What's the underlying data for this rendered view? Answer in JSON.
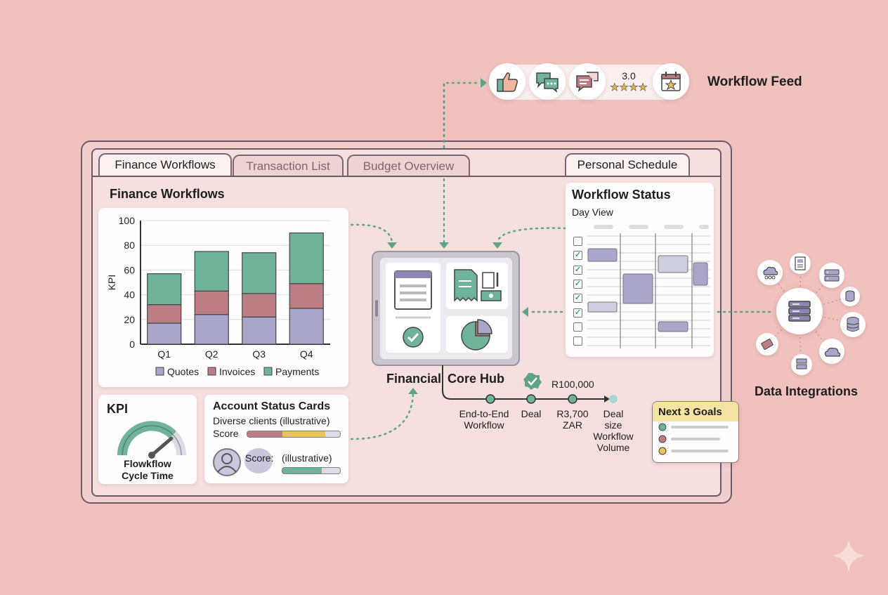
{
  "tabs": [
    "Finance Workflows",
    "Transaction List",
    "Budget Overview"
  ],
  "right_tab": "Personal Schedule",
  "section_title": "Finance Workflows",
  "chart_data": {
    "type": "bar",
    "stacked": true,
    "categories": [
      "Q1",
      "Q2",
      "Q3",
      "Q4"
    ],
    "series": [
      {
        "name": "Quotes",
        "values": [
          17,
          24,
          22,
          29
        ],
        "color": "#a9a6c9"
      },
      {
        "name": "Invoices",
        "values": [
          15,
          19,
          19,
          20
        ],
        "color": "#bd7d84"
      },
      {
        "name": "Payments",
        "values": [
          25,
          32,
          33,
          41
        ],
        "color": "#6fb39a"
      }
    ],
    "ylabel": "KPI",
    "ylim": [
      0,
      100
    ],
    "yticks": [
      "0",
      "20",
      "40",
      "60",
      "80",
      "100"
    ],
    "legend_position": "bottom",
    "grid": true
  },
  "kpi": {
    "title": "KPI",
    "label_line1": "Flowkflow",
    "label_line2": "Cycle Time",
    "gauge_fraction": 0.72
  },
  "account": {
    "title": "Account Status Cards",
    "subtitle": "Diverse clients (illustrative)",
    "score_label": "Score",
    "score_label2": "Score:",
    "illustrative": "(illustrative)"
  },
  "hub": {
    "label_a": "Financial",
    "label_b": "Core Hub"
  },
  "timeline": {
    "amount_top": "R100,000",
    "steps": [
      {
        "line1": "End-to-End",
        "line2": "Workflow"
      },
      {
        "line1": "Deal",
        "line2": ""
      },
      {
        "line1": "R3,700",
        "line2": "ZAR"
      },
      {
        "line1": "Deal",
        "line2": "size",
        "line3": "Workflow",
        "line4": "Volume"
      }
    ]
  },
  "status": {
    "title": "Workflow Status",
    "subtitle": "Day View",
    "checks": [
      false,
      true,
      true,
      true,
      true,
      true,
      false,
      false
    ]
  },
  "goals": {
    "title": "Next 3 Goals",
    "dot_colors": [
      "#6fb39a",
      "#bd7d84",
      "#e8c45c"
    ]
  },
  "feed": {
    "title": "Workflow Feed",
    "rating": "3.0",
    "stars": "★★★★"
  },
  "integrations": {
    "title": "Data Integrations"
  },
  "colors": {
    "background": "#f1c1be",
    "accent_green": "#6fb39a",
    "accent_rose": "#bd7d84",
    "accent_lavender": "#a9a6c9",
    "goal_header": "#f5e3a3"
  }
}
